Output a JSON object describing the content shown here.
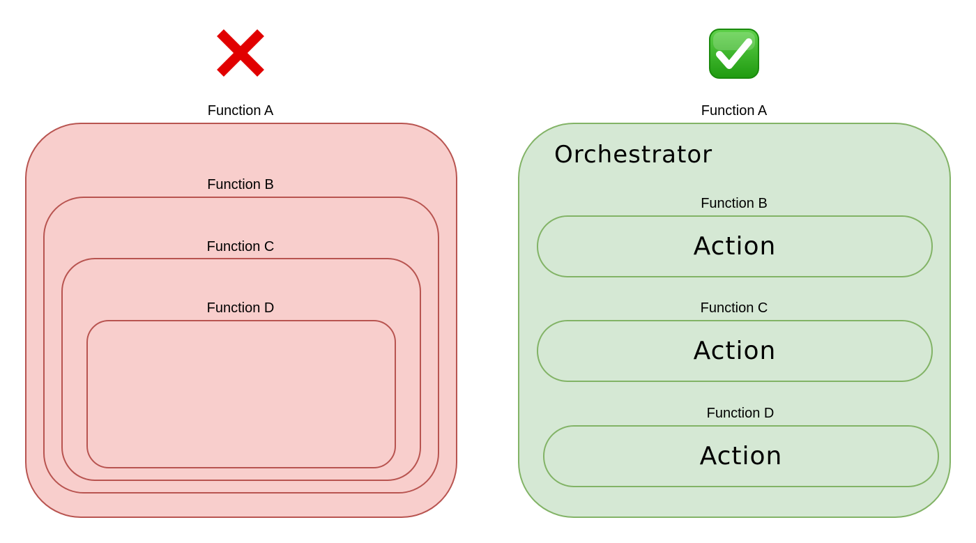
{
  "bad_example": {
    "icon": "cross-mark-icon",
    "icon_color": "#e10000",
    "fill_color": "#f8cecc",
    "stroke_color": "#b85450",
    "outer_label": "Function A",
    "nested": [
      {
        "label": "Function B"
      },
      {
        "label": "Function C"
      },
      {
        "label": "Function D"
      }
    ]
  },
  "good_example": {
    "icon": "check-mark-button-icon",
    "icon_color": "#2fb51a",
    "fill_color": "#d5e8d4",
    "stroke_color": "#82b366",
    "outer_label": "Function A",
    "title": "Orchestrator",
    "steps": [
      {
        "label": "Function B",
        "action": "Action"
      },
      {
        "label": "Function C",
        "action": "Action"
      },
      {
        "label": "Function D",
        "action": "Action"
      }
    ]
  }
}
